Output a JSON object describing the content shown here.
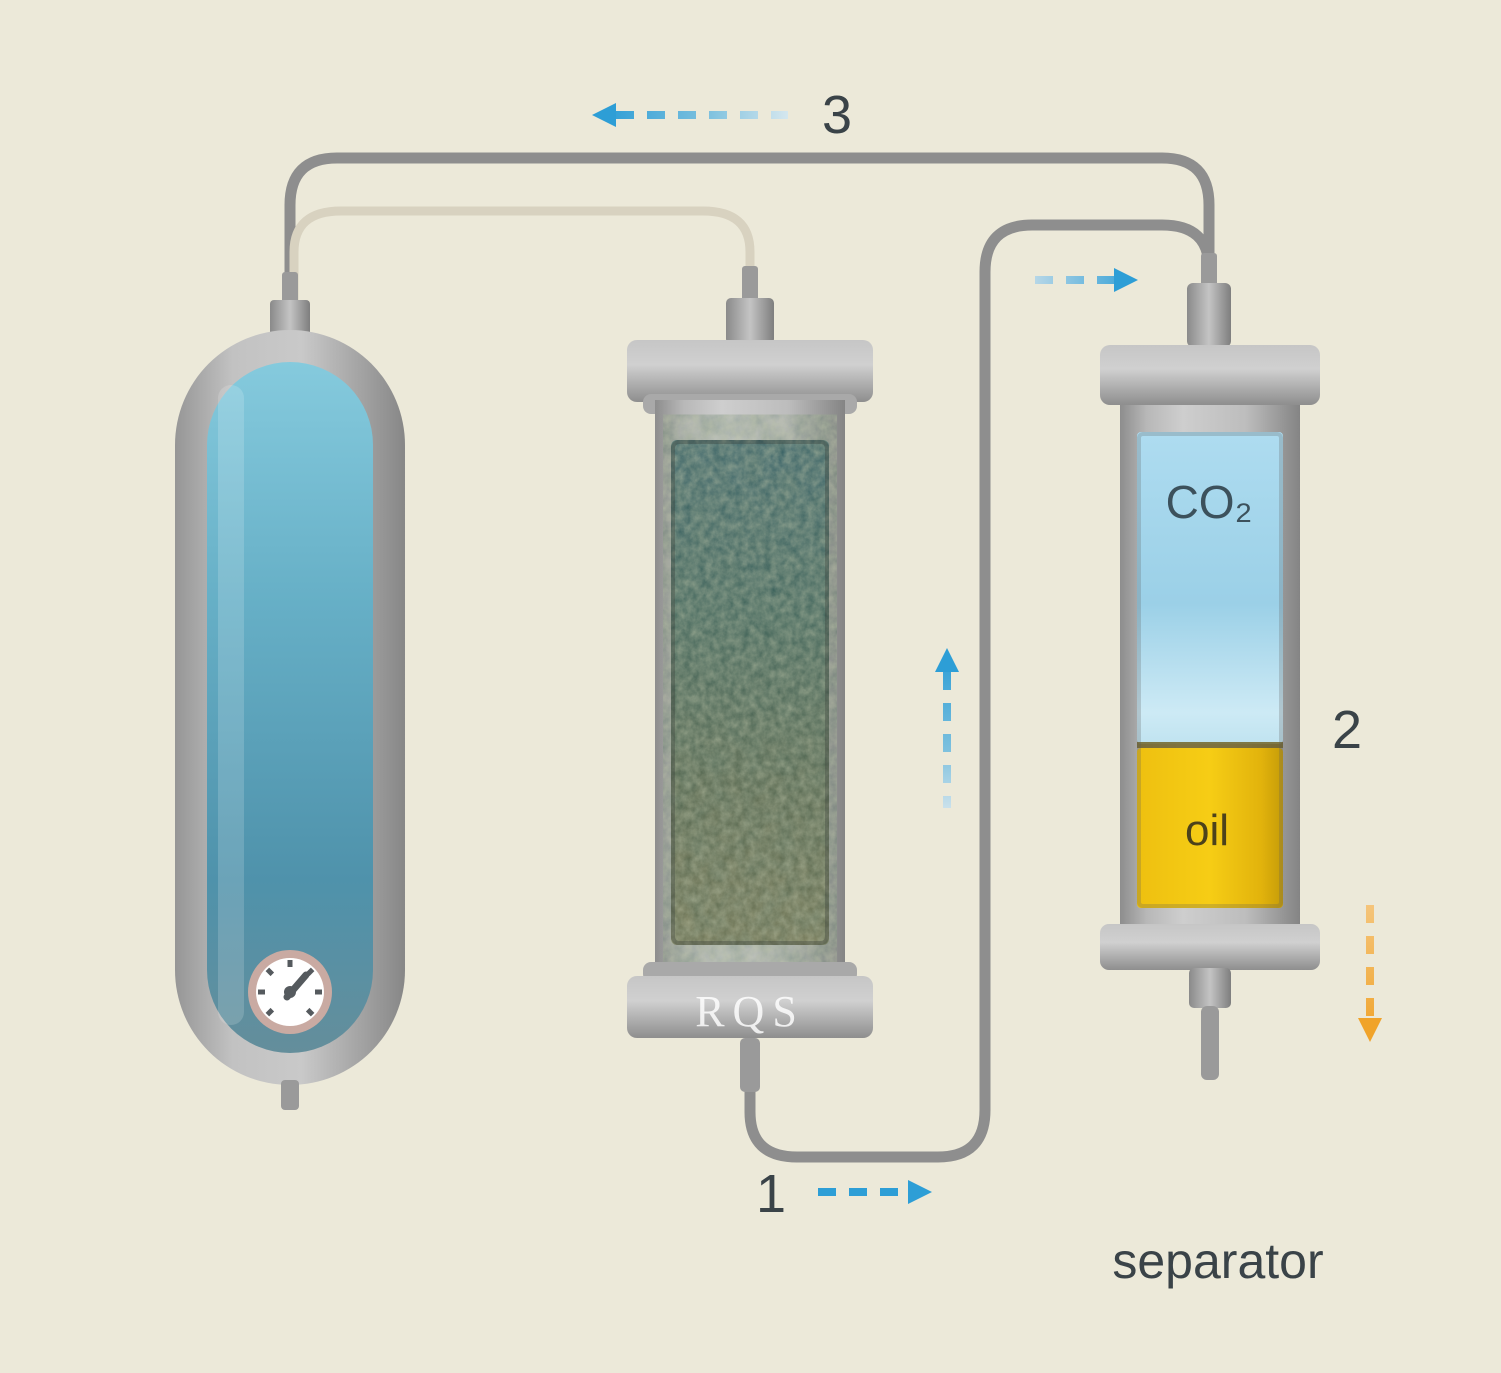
{
  "diagram": {
    "labels": {
      "step1": "1",
      "step2": "2",
      "step3": "3",
      "co2_gas": "CO₂",
      "oil": "oil",
      "separator": "separator",
      "logo": "RQS"
    },
    "colors": {
      "background": "#ece9d9",
      "vessel_metal": "#b5b5b5",
      "tank_liquid": "#5ea9c2",
      "co2_gas_fill": "#a5d6ec",
      "oil_fill": "#f2c512",
      "plant_material": "#44624f",
      "pipe_gray": "#8e8e8e",
      "pipe_light": "#d8d2c0",
      "arrow_blue": "#2d9ed6",
      "arrow_orange": "#f0a32a",
      "label_text": "#3a4348",
      "oil_text": "#4c421b",
      "co2_text": "#3c515c"
    }
  }
}
